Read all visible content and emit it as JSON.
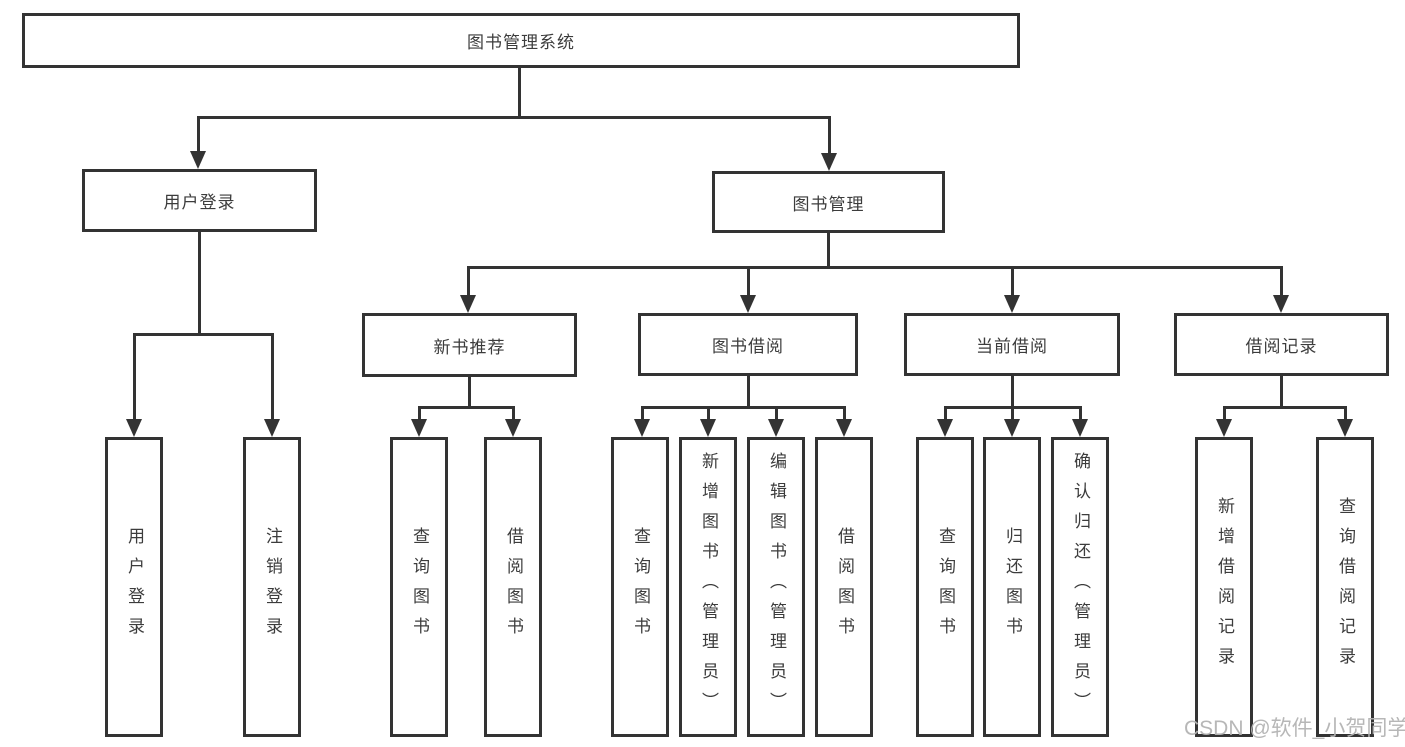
{
  "root": {
    "label": "图书管理系统"
  },
  "level1": {
    "user_login": "用户登录",
    "book_management": "图书管理"
  },
  "level2": {
    "new_books": "新书推荐",
    "borrow": "图书借阅",
    "current": "当前借阅",
    "records": "借阅记录"
  },
  "leaves": {
    "user": [
      "用户登录",
      "注销登录"
    ],
    "new_books": [
      "查询图书",
      "借阅图书"
    ],
    "borrow": [
      "查询图书",
      "新增图书（管理员）",
      "编辑图书（管理员）",
      "借阅图书"
    ],
    "current": [
      "查询图书",
      "归还图书",
      "确认归还（管理员）"
    ],
    "records": [
      "新增借阅记录",
      "查询借阅记录"
    ]
  },
  "watermark": {
    "text": "CSDN @软件_小贺同学"
  },
  "colors": {
    "line": "#333333",
    "text": "#3c3c3c",
    "watermark": "#b4b4b4",
    "background": "#ffffff"
  }
}
